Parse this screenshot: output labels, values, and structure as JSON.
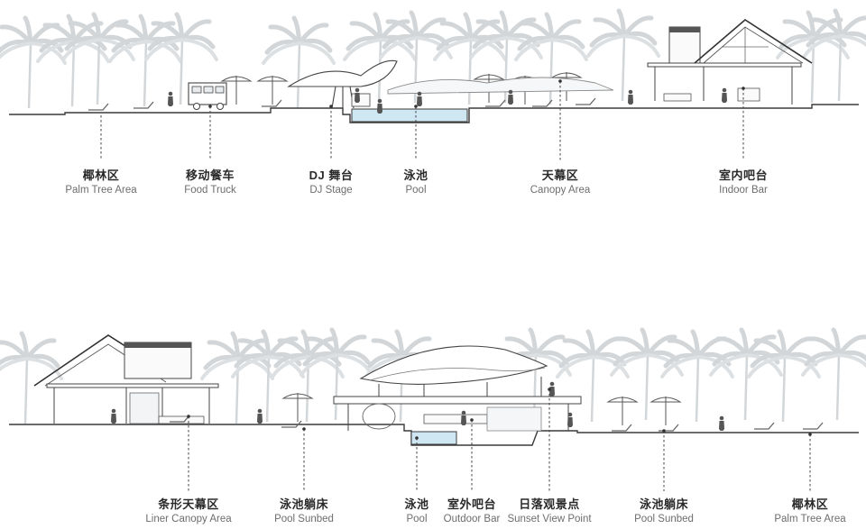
{
  "sections": [
    {
      "id": "upper",
      "labels": [
        {
          "cn": "椰林区",
          "en": "Palm Tree Area"
        },
        {
          "cn": "移动餐车",
          "en": "Food Truck"
        },
        {
          "cn": "DJ 舞台",
          "en": "DJ Stage"
        },
        {
          "cn": "泳池",
          "en": "Pool"
        },
        {
          "cn": "天幕区",
          "en": "Canopy Area"
        },
        {
          "cn": "室内吧台",
          "en": "Indoor Bar"
        }
      ]
    },
    {
      "id": "lower",
      "labels": [
        {
          "cn": "条形天幕区",
          "en": "Liner Canopy Area"
        },
        {
          "cn": "泳池躺床",
          "en": "Pool Sunbed"
        },
        {
          "cn": "泳池",
          "en": "Pool"
        },
        {
          "cn": "室外吧台",
          "en": "Outdoor Bar"
        },
        {
          "cn": "日落观景点",
          "en": "Sunset View Point"
        },
        {
          "cn": "泳池躺床",
          "en": "Pool Sunbed"
        },
        {
          "cn": "椰林区",
          "en": "Palm Tree Area"
        }
      ]
    }
  ],
  "colors": {
    "line": "#3a3a3a",
    "palm": "#d6d9db",
    "pool": "#cfe6f3",
    "text": "#2a2a2a",
    "subtext": "#6d6d6d"
  }
}
